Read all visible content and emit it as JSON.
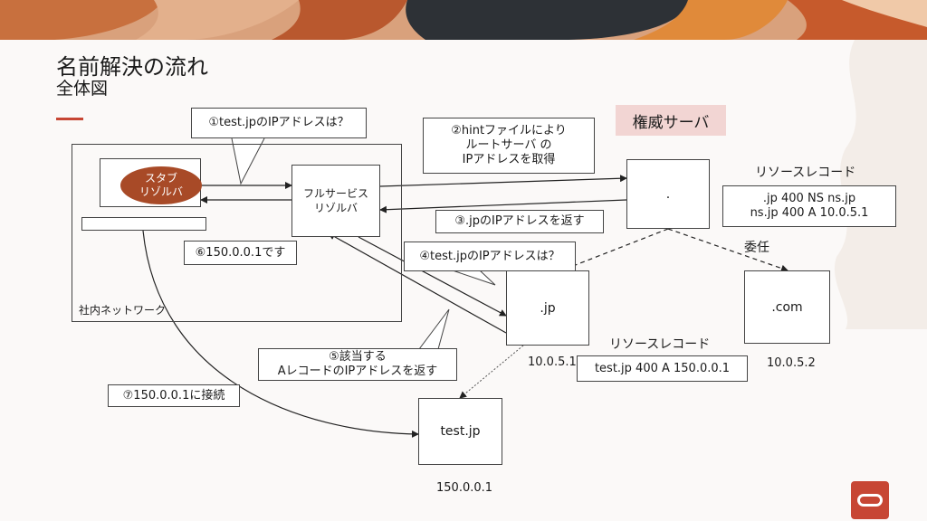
{
  "slide": {
    "title": "名前解決の流れ",
    "subtitle": "全体図"
  },
  "authority_label": "権威サーバ",
  "network_label": "社内ネットワーク",
  "stub_resolver": "スタブ\nリゾルバ",
  "full_resolver": "フルサービス\nリゾルバ",
  "root_server": ".",
  "jp_server": ".jp",
  "com_server": ".com",
  "web_server": "test.jp",
  "ip": {
    "jp": "10.0.5.1",
    "com": "10.0.5.2",
    "web": "150.0.0.1"
  },
  "records": {
    "label_top": "リソースレコード",
    "root_records": ".jp  400 NS ns.jp\nns.jp 400 A 10.0.5.1",
    "label_bottom": "リソースレコード",
    "jp_record": "test.jp  400 A 150.0.0.1"
  },
  "delegation_label": "委任",
  "steps": {
    "s1": "①test.jpのIPアドレスは？",
    "s2": "②hintファイルにより\nルートサーバ の\nIPアドレスを取得",
    "s3": "③.jpのIPアドレスを返す",
    "s4": "④test.jpのIPアドレスは？",
    "s5": "⑤該当する\nAレコードのIPアドレスを返す",
    "s6": "⑥150.0.0.1です",
    "s7": "⑦150.0.0.1に接続"
  },
  "colors": {
    "accent": "#c74634",
    "stub_fill": "#a84a27",
    "authority_bg": "#f2d5d3"
  }
}
